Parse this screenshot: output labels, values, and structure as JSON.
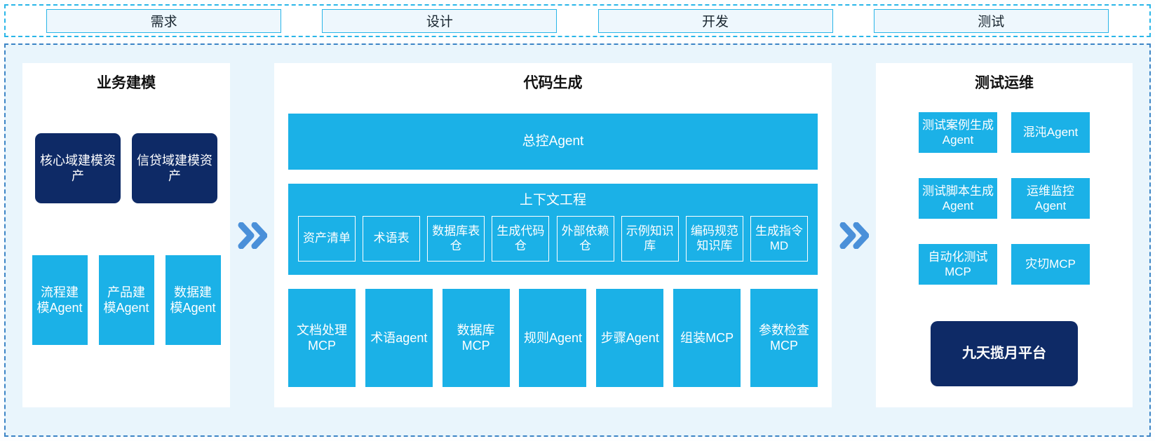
{
  "colors": {
    "background": "#e9f5fc",
    "panel": "#ffffff",
    "cyan": "#1bb1e7",
    "navy": "#0e2a66",
    "top_dashed_border": "#2ab6e8",
    "main_dashed_border": "#3d85c6",
    "arrow": "#4a90d9",
    "text_dark": "#17242e",
    "text_light": "#ffffff"
  },
  "phases": [
    "需求",
    "设计",
    "开发",
    "测试"
  ],
  "business_modeling": {
    "title": "业务建模",
    "assets": [
      "核心域建模资产",
      "信贷域建模资产"
    ],
    "agents": [
      "流程建模Agent",
      "产品建模Agent",
      "数据建模Agent"
    ]
  },
  "code_generation": {
    "title": "代码生成",
    "master_agent": "总控Agent",
    "context_engineering": {
      "title": "上下文工程",
      "items": [
        "资产清单",
        "术语表",
        "数据库表仓",
        "生成代码仓",
        "外部依赖仓",
        "示例知识库",
        "编码规范知识库",
        "生成指令MD"
      ]
    },
    "tools": [
      "文档处理MCP",
      "术语agent",
      "数据库MCP",
      "规则Agent",
      "步骤Agent",
      "组装MCP",
      "参数检查MCP"
    ]
  },
  "test_ops": {
    "title": "测试运维",
    "boxes": [
      "测试案例生成Agent",
      "混沌Agent",
      "测试脚本生成Agent",
      "运维监控Agent",
      "自动化测试MCP",
      "灾切MCP"
    ],
    "platform": "九天揽月平台"
  }
}
